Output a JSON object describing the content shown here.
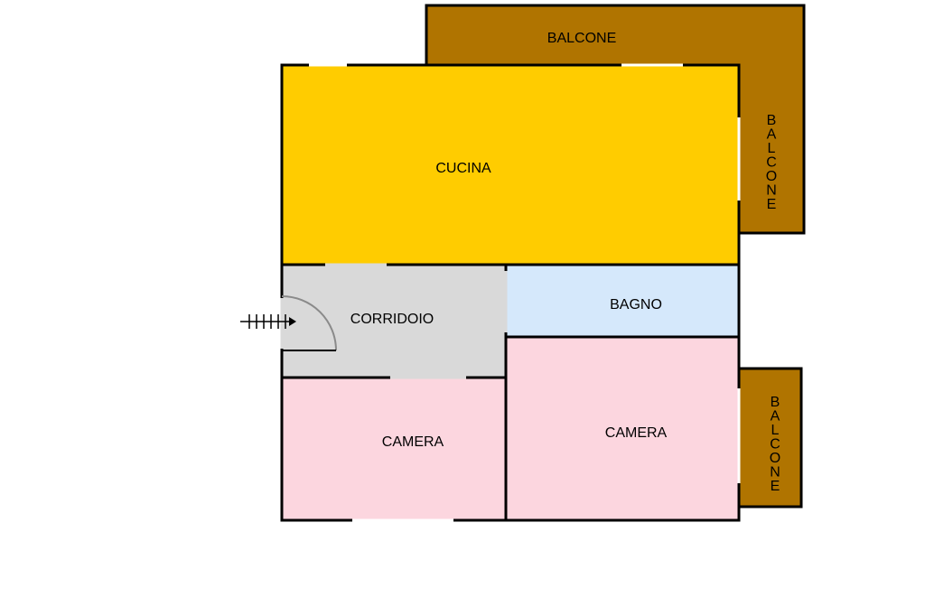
{
  "rooms": {
    "balcone_top": {
      "label": "BALCONE",
      "color": "#b07400"
    },
    "balcone_right_upper": {
      "label": "BALCONE",
      "color": "#b07400"
    },
    "balcone_right_lower": {
      "label": "BALCONE",
      "color": "#b07400"
    },
    "cucina": {
      "label": "CUCINA",
      "color": "#ffcc00"
    },
    "corridoio": {
      "label": "CORRIDOIO",
      "color": "#d9d9d9"
    },
    "bagno": {
      "label": "BAGNO",
      "color": "#d5e8fb"
    },
    "camera_left": {
      "label": "CAMERA",
      "color": "#fcd6df"
    },
    "camera_right": {
      "label": "CAMERA",
      "color": "#fcd6df"
    }
  },
  "icons": {
    "entrance": "entrance-arrow-icon",
    "door": "door-swing-icon"
  }
}
